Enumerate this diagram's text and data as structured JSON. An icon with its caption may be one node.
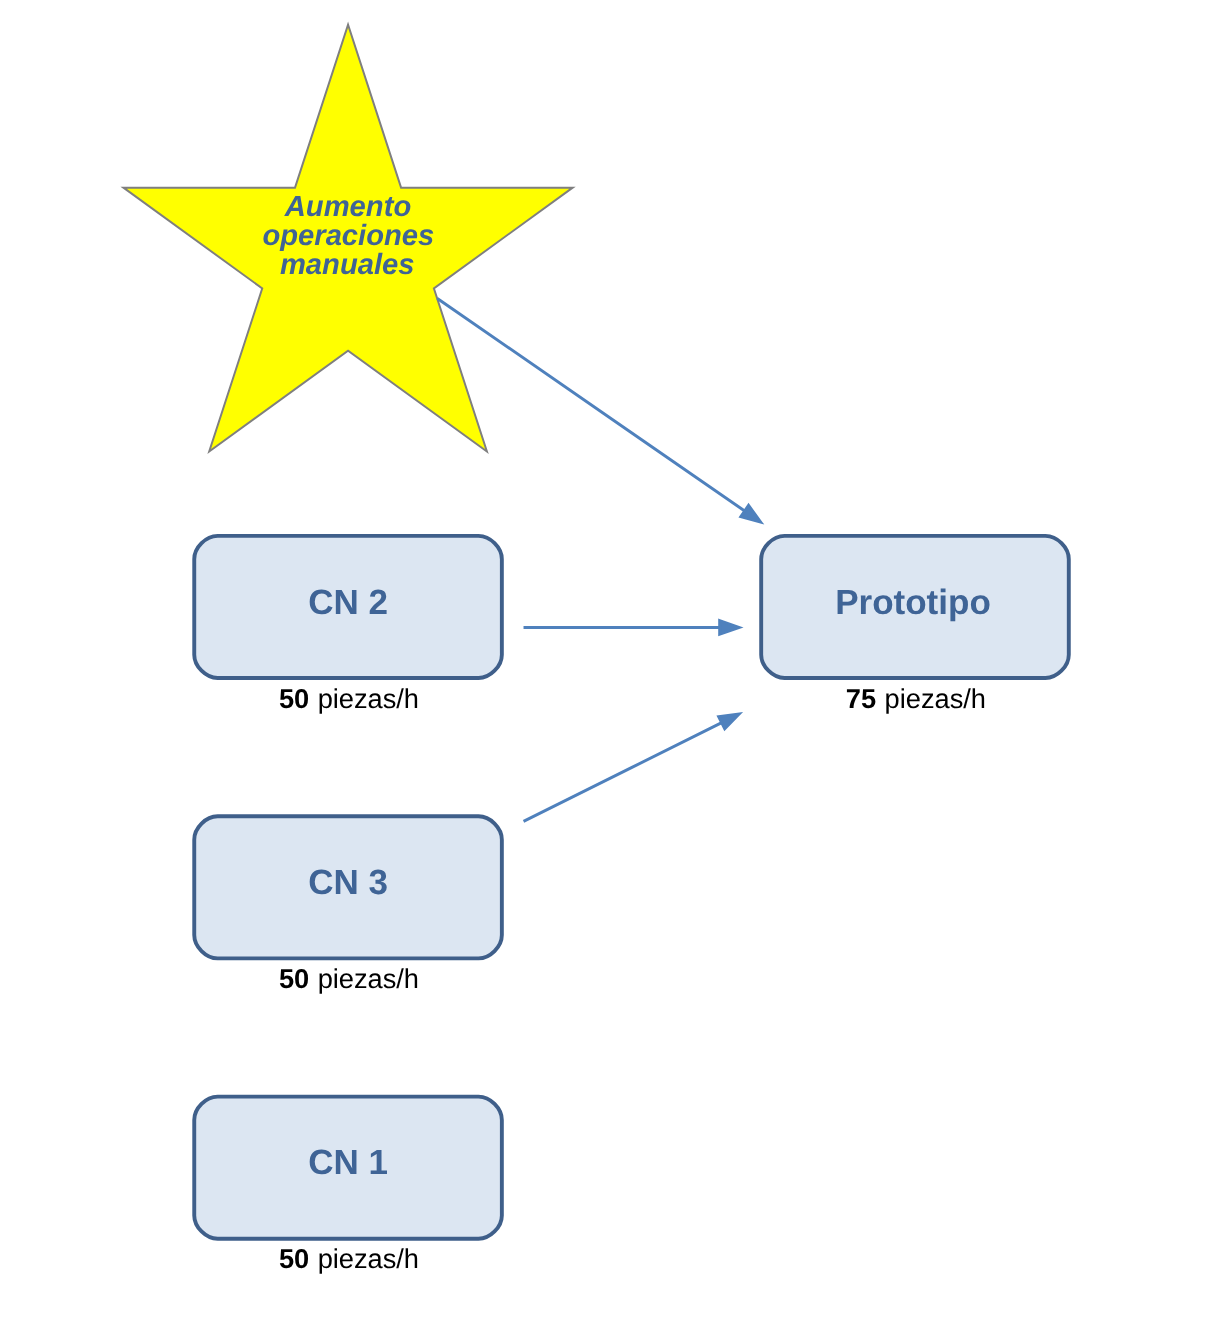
{
  "diagram": {
    "nodes": [
      {
        "text": [
          "CN 1"
        ],
        "beside": [
          "**50** piezas/h"
        ]
      },
      {
        "text": [
          "Aumento operaciones manuales"
        ]
      },
      {
        "text": [
          "CN 2"
        ],
        "beside": [
          "**50** piezas/h"
        ]
      },
      {
        "text": [
          "CN 3"
        ],
        "beside": [
          "**50** piezas/h"
        ]
      },
      {
        "text": [
          "Prototipo"
        ],
        "beside": [
          "**75** piezas/h"
        ]
      }
    ],
    "edges": [
      {
        "from": 1,
        "to": 4,
        "arrow": "to"
      },
      {
        "from": 2,
        "to": 4,
        "arrow": "to"
      },
      {
        "from": 3,
        "to": 4,
        "arrow": "to"
      }
    ]
  }
}
